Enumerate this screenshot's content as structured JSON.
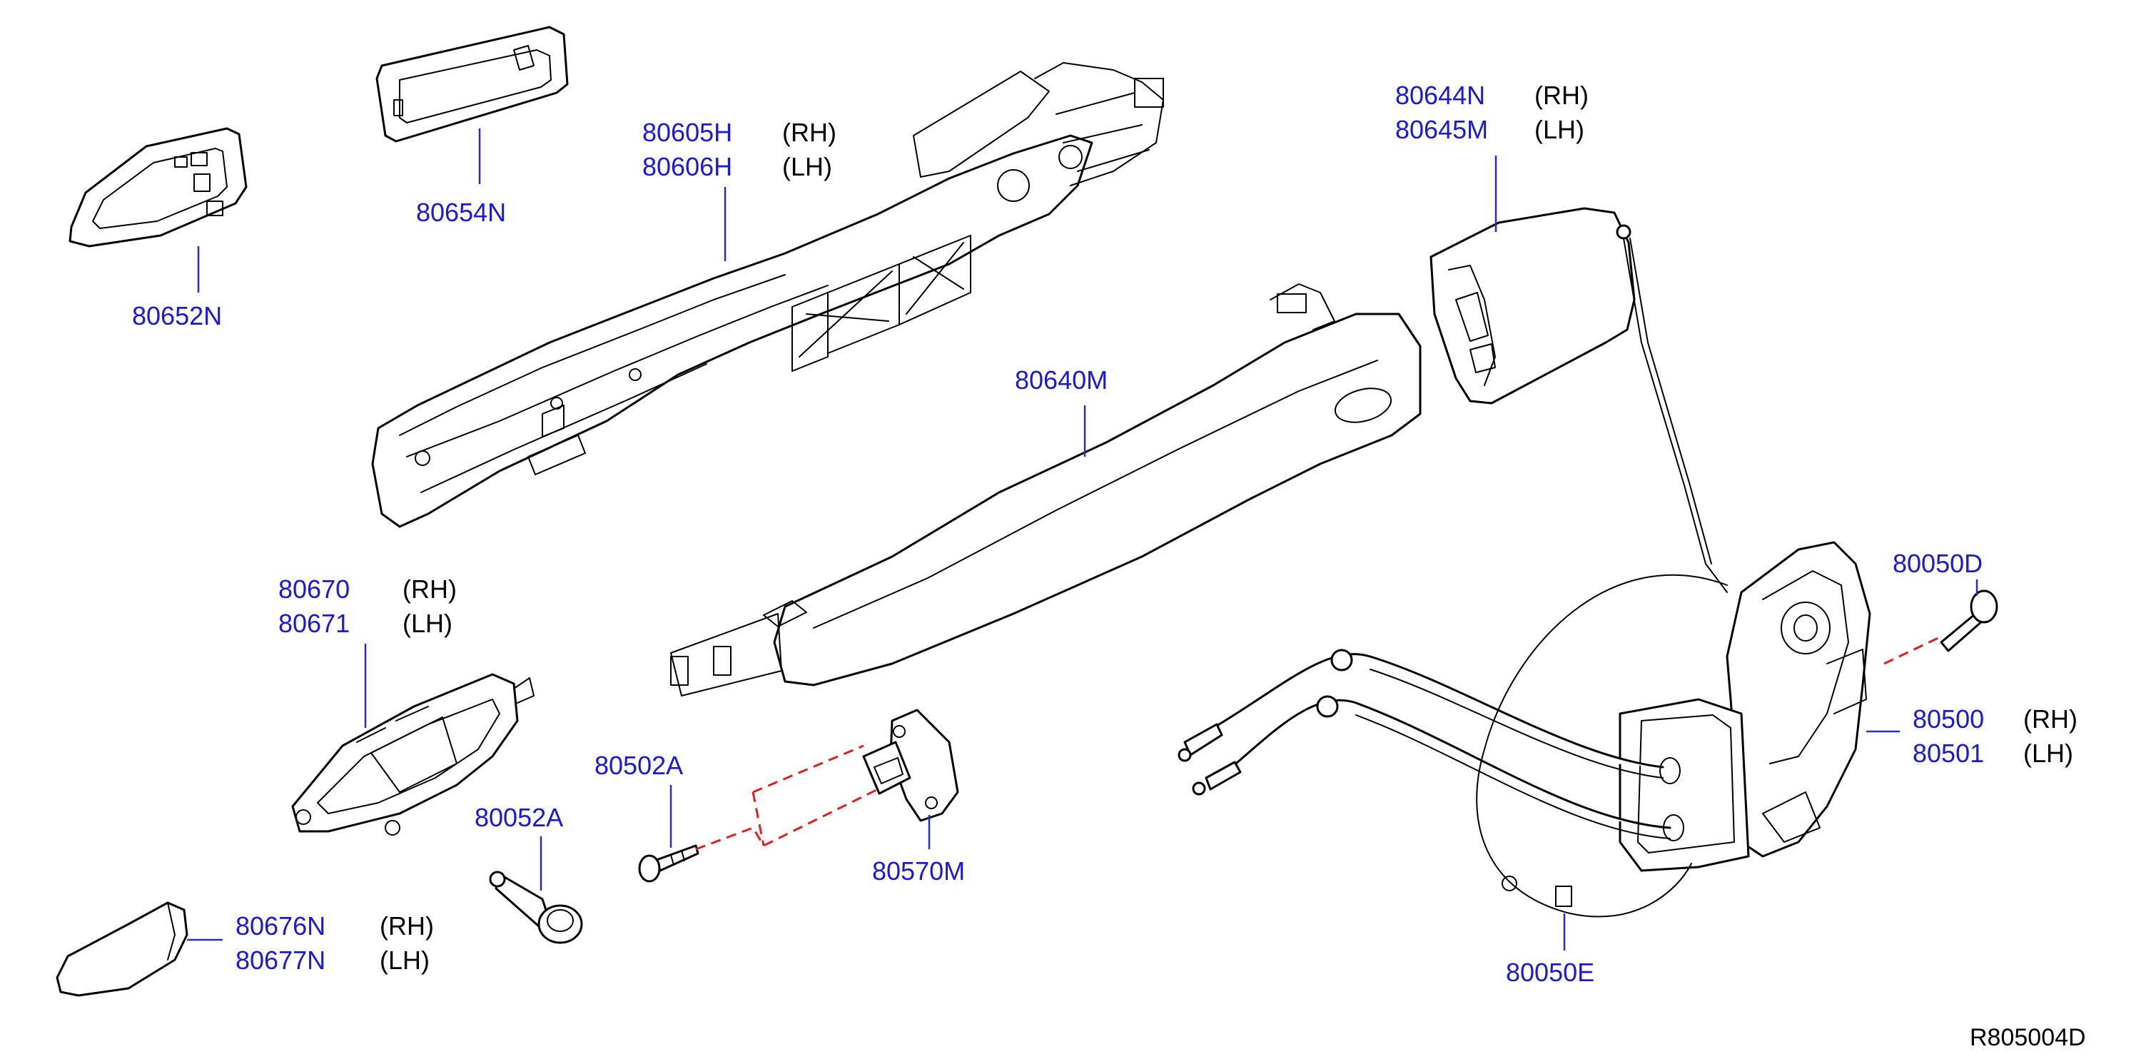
{
  "reference_code": "R805004D",
  "callouts": [
    {
      "id": "c80652N",
      "number": "80652N"
    },
    {
      "id": "c80654N",
      "number": "80654N"
    },
    {
      "id": "c80605H",
      "number": "80605H",
      "side": "(RH)"
    },
    {
      "id": "c80606H",
      "number": "80606H",
      "side": "(LH)"
    },
    {
      "id": "c80644N",
      "number": "80644N",
      "side": "(RH)"
    },
    {
      "id": "c80645M",
      "number": "80645M",
      "side": "(LH)"
    },
    {
      "id": "c80640M",
      "number": "80640M"
    },
    {
      "id": "c80670",
      "number": "80670",
      "side": "(RH)"
    },
    {
      "id": "c80671",
      "number": "80671",
      "side": "(LH)"
    },
    {
      "id": "c80502A",
      "number": "80502A"
    },
    {
      "id": "c80052A",
      "number": "80052A"
    },
    {
      "id": "c80570M",
      "number": "80570M"
    },
    {
      "id": "c80676N",
      "number": "80676N",
      "side": "(RH)"
    },
    {
      "id": "c80677N",
      "number": "80677N",
      "side": "(LH)"
    },
    {
      "id": "c80050D",
      "number": "80050D"
    },
    {
      "id": "c80500",
      "number": "80500",
      "side": "(RH)"
    },
    {
      "id": "c80501",
      "number": "80501",
      "side": "(LH)"
    },
    {
      "id": "c80050E",
      "number": "80050E"
    }
  ],
  "colors": {
    "part_number": "#1a1ad6",
    "leader_line": "#2a2ad0",
    "alignment_dash": "#e02020",
    "outline": "#000000"
  }
}
